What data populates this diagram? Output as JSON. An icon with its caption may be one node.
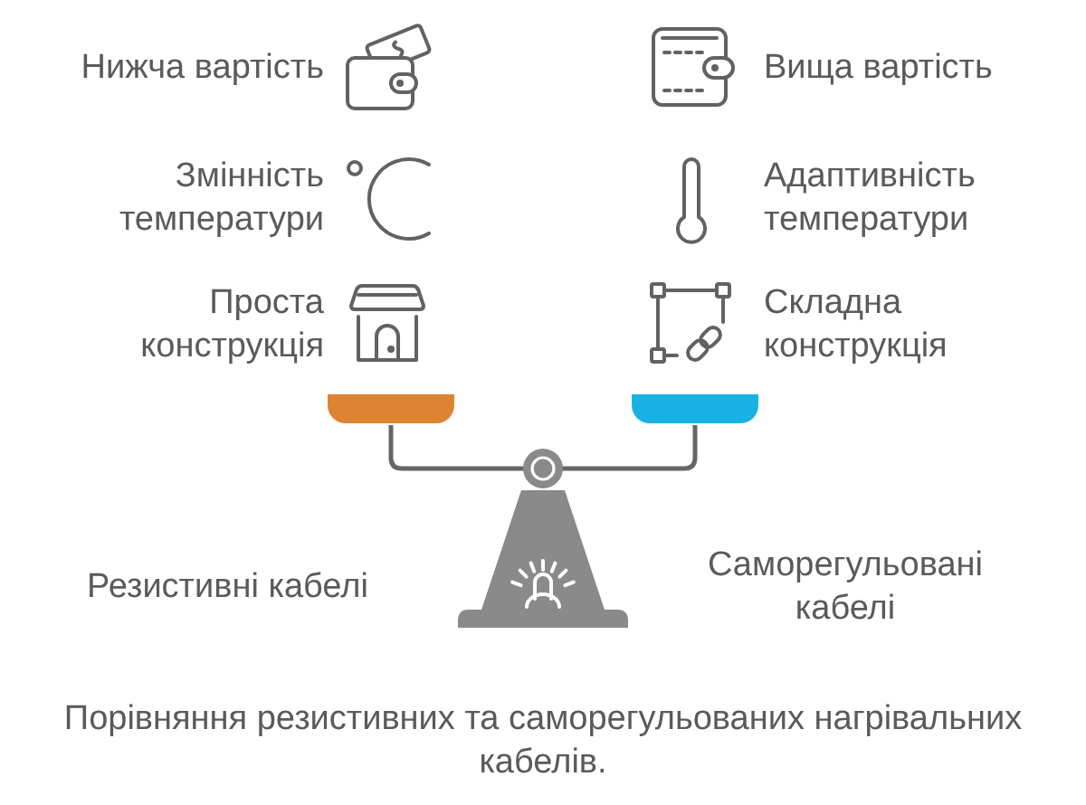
{
  "diagram": {
    "caption": "Порівняння резистивних та саморегульованих нагрівальних кабелів.",
    "labels": [
      "Нижча вартість",
      "Вища вартість",
      "Змінність температури",
      "Адаптивність температури",
      "Проста конструкція",
      "Складна конструкція",
      "Резистивні кабелі",
      "Саморегульовані кабелі"
    ]
  }
}
